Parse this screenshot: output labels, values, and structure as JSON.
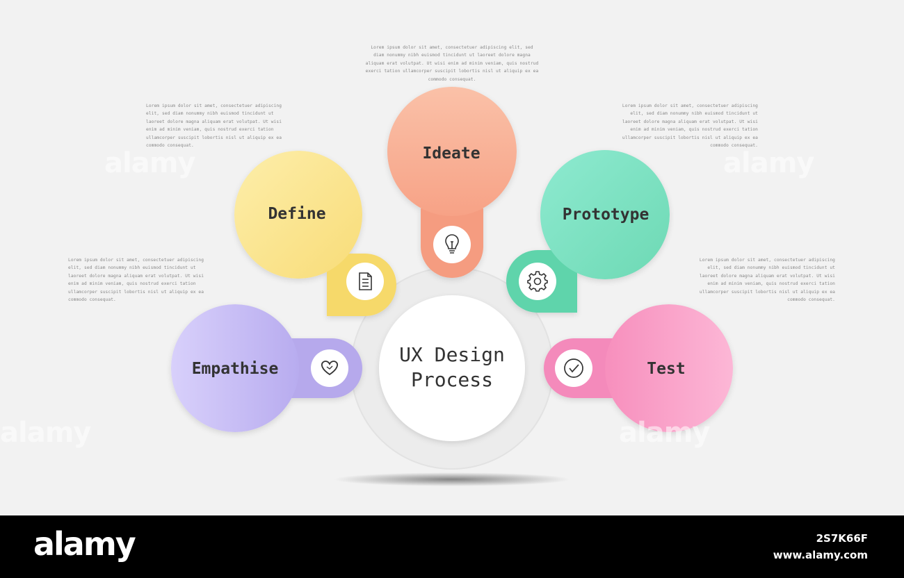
{
  "diagram": {
    "center": "UX Design Process",
    "center_lines": [
      "UX Design",
      "Process"
    ],
    "steps": [
      {
        "label": "Empathise",
        "icon": "heart-icon",
        "color": "#cdc3f7"
      },
      {
        "label": "Define",
        "icon": "document-icon",
        "color": "#fbe58e"
      },
      {
        "label": "Ideate",
        "icon": "lightbulb-icon",
        "color": "#f9ab90"
      },
      {
        "label": "Prototype",
        "icon": "gear-icon",
        "color": "#7ee0bf"
      },
      {
        "label": "Test",
        "icon": "check-circle-icon",
        "color": "#f9a5cc"
      }
    ]
  },
  "paragraphs": {
    "top": "Lorem ipsum dolor sit amet, consectetuer adipiscing elit, sed diam nonummy nibh euismod tincidunt ut laoreet dolore magna aliquam erat volutpat. Ut wisi enim ad minim veniam, quis nostrud exerci tation ullamcorper suscipit lobortis nisl ut aliquip ex ea commodo consequat.",
    "upper_left": "Lorem ipsum dolor sit amet, consectetuer adipiscing elit, sed diam nonummy nibh euismod tincidunt ut laoreet dolore magna aliquam erat volutpat. Ut wisi enim ad minim veniam, quis nostrud exerci tation ullamcorper suscipit lobortis nisl ut aliquip ex ea commodo consequat.",
    "upper_right": "Lorem ipsum dolor sit amet, consectetuer adipiscing elit, sed diam nonummy nibh euismod tincidunt ut laoreet dolore magna aliquam erat volutpat. Ut wisi enim ad minim veniam, quis nostrud exerci tation ullamcorper suscipit lobortis nisl ut aliquip ex ea commodo consequat.",
    "lower_left": "Lorem ipsum dolor sit amet, consectetuer adipiscing elit, sed diam nonummy nibh euismod tincidunt ut laoreet dolore magna aliquam erat volutpat. Ut wisi enim ad minim veniam, quis nostrud exerci tation ullamcorper suscipit lobortis nisl ut aliquip ex ea commodo consequat.",
    "lower_right": "Lorem ipsum dolor sit amet, consectetuer adipiscing elit, sed diam nonummy nibh euismod tincidunt ut laoreet dolore magna aliquam erat volutpat. Ut wisi enim ad minim veniam, quis nostrud exerci tation ullamcorper suscipit lobortis nisl ut aliquip ex ea commodo consequat."
  },
  "watermark": "alamy",
  "footer": {
    "logo": "alamy",
    "image_id": "2S7K66F",
    "url": "www.alamy.com"
  }
}
